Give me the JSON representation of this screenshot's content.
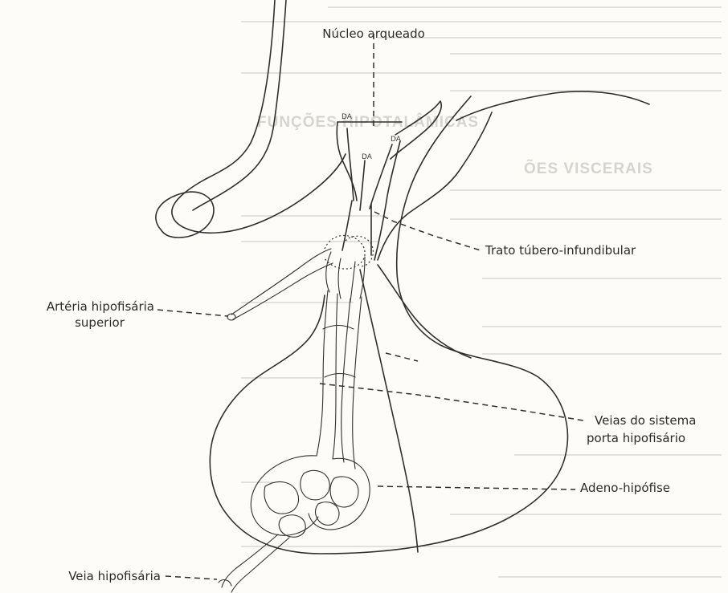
{
  "labels": {
    "nucleo_arqueado": "Núcleo arqueado",
    "trato": "Trato túbero-infundibular",
    "arteria_line1": "Artéria hipofisária",
    "arteria_line2": "superior",
    "veias_line1": "Veias do sistema",
    "veias_line2": "porta hipofisário",
    "adeno": "Adeno-hipófise",
    "veia": "Veia hipofisária"
  },
  "neuron_marks": {
    "da_left": "DA",
    "da_mid": "DA",
    "da_right": "DA"
  },
  "bleed_through": {
    "heading_top": "FUNÇÕES HIPOTALÂMICAS",
    "heading_mid": "ÕES VISCERAIS"
  }
}
